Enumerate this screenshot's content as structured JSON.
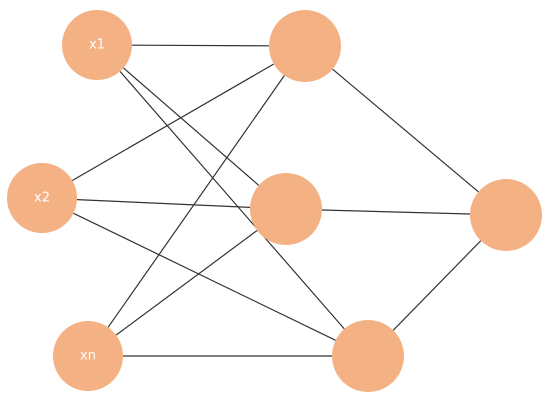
{
  "diagram": {
    "node_color": "#F4B183",
    "edge_color": "#333333",
    "label_color": "#ffffff",
    "nodes": [
      {
        "id": "input-x1",
        "label": "x1"
      },
      {
        "id": "input-x2",
        "label": "x2"
      },
      {
        "id": "input-xn",
        "label": "xn"
      },
      {
        "id": "hidden-1",
        "label": ""
      },
      {
        "id": "hidden-2",
        "label": ""
      },
      {
        "id": "hidden-3",
        "label": ""
      },
      {
        "id": "output-1",
        "label": ""
      }
    ],
    "edges": [
      [
        "input-x1",
        "hidden-1"
      ],
      [
        "input-x1",
        "hidden-2"
      ],
      [
        "input-x1",
        "hidden-3"
      ],
      [
        "input-x2",
        "hidden-1"
      ],
      [
        "input-x2",
        "hidden-2"
      ],
      [
        "input-x2",
        "hidden-3"
      ],
      [
        "input-xn",
        "hidden-1"
      ],
      [
        "input-xn",
        "hidden-2"
      ],
      [
        "input-xn",
        "hidden-3"
      ],
      [
        "hidden-1",
        "output-1"
      ],
      [
        "hidden-2",
        "output-1"
      ],
      [
        "hidden-3",
        "output-1"
      ]
    ]
  }
}
